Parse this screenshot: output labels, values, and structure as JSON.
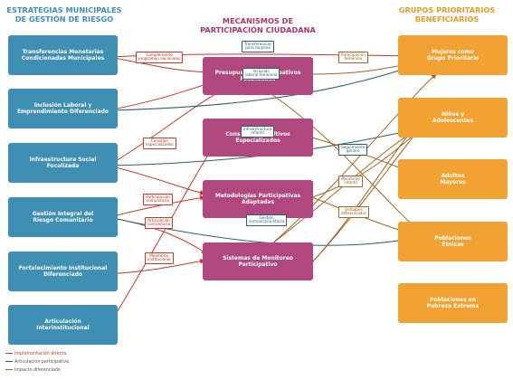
{
  "titles": {
    "left": "ESTRATEGIAS MUNICIPALES\nDE GESTIÓN DE RIESGO",
    "center": "MECANISMOS DE\nPARTICIPACIÓN CIUDADANA",
    "right": "GRUPOS PRIORITARIOS\nBENEFICIARIOS"
  },
  "colors": {
    "title_left": "#3f8fb5",
    "title_center": "#a3386f",
    "title_right": "#e89a2a",
    "implementation": "#c0392b",
    "articulation": "#2f5f66",
    "impact": "#a06428"
  },
  "strategies": [
    "Transferencias Monetarias\nCondicionadas Municipales",
    "Inclusión Laboral y\nEmprendimiento Diferenciado",
    "Infraestructura Social\nFocalizada",
    "Gestión Integral del\nRiesgo Comunitario",
    "Fortalecimiento Institucional\nDiferenciado",
    "Articulación\nInterinstitucional"
  ],
  "mechanisms": [
    "Presupuestos Participativos\nFocalizados",
    "Consejos Consultivos\nEspecializados",
    "Metodologías Participativas\nAdaptadas",
    "Sistemas de Monitoreo\nParticipativo"
  ],
  "groups": [
    "Mujeres como\nGrupo Prioritario",
    "Niños y\nAdolescentes",
    "Adultos\nMayores",
    "Poblaciones\nÉtnicas",
    "Poblaciones en\nPobreza Extrema"
  ],
  "labels": [
    "Complemento\nprogramas nacionales",
    "Transferencias\npara mujeres",
    "Participación\nfemenina",
    "Inclusión\nlaboral femenina",
    "Consejos\nespecializados",
    "Infraestructura\ninfantil",
    "Seguimiento\ngénero",
    "Participación\ncomunitaria",
    "Articulación\ncomunitaria",
    "Gestión\ncomunitaria étnica",
    "Monitoreo\ninfantil",
    "Enfoques\ndiferenciados",
    "Monitoreo\ninstitucional"
  ],
  "legend": [
    "Implementación directa",
    "Articulación participativa",
    "Impacto diferenciado"
  ]
}
